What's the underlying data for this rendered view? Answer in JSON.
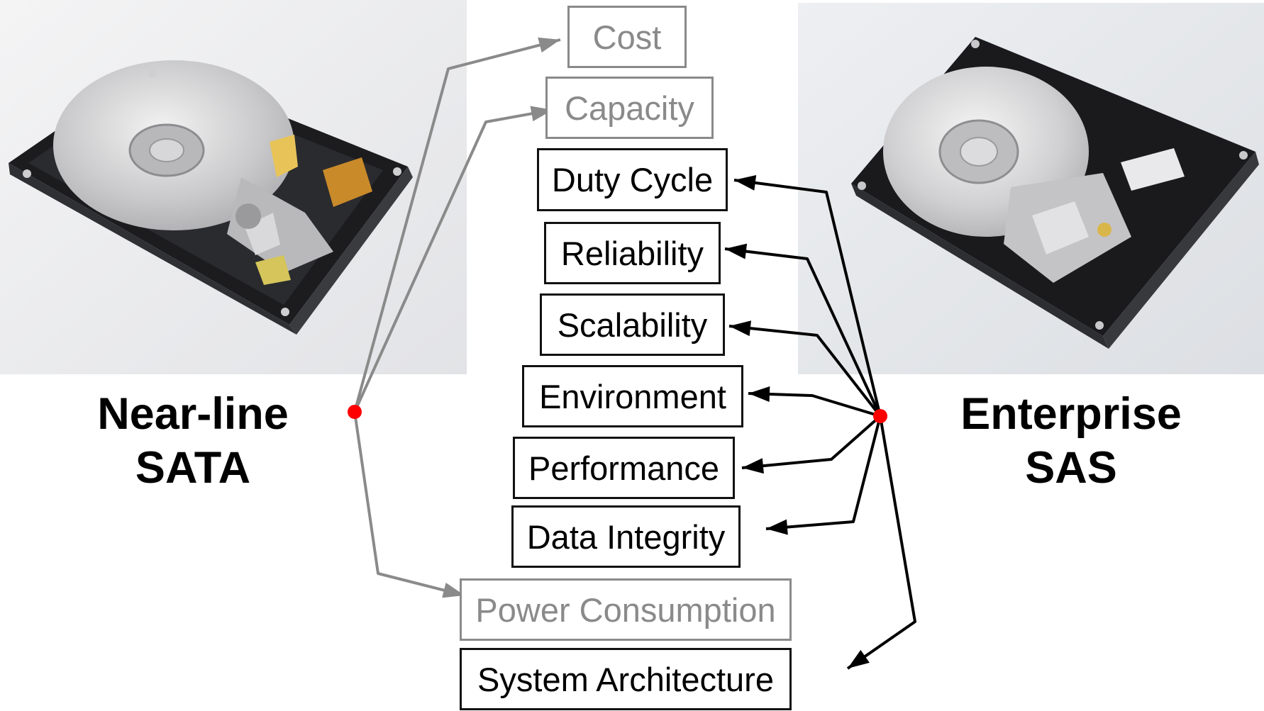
{
  "left_group": {
    "label_line1": "Near-line",
    "label_line2": "SATA",
    "photo": "hard-disk-drive-open-photo"
  },
  "right_group": {
    "label_line1": "Enterprise",
    "label_line2": "SAS",
    "photo": "hard-disk-drive-open-photo"
  },
  "factors": [
    {
      "label": "Cost",
      "emphasis": "muted"
    },
    {
      "label": "Capacity",
      "emphasis": "muted"
    },
    {
      "label": "Duty Cycle",
      "emphasis": "strong"
    },
    {
      "label": "Reliability",
      "emphasis": "strong"
    },
    {
      "label": "Scalability",
      "emphasis": "strong"
    },
    {
      "label": "Environment",
      "emphasis": "strong"
    },
    {
      "label": "Performance",
      "emphasis": "strong"
    },
    {
      "label": "Data Integrity",
      "emphasis": "strong"
    },
    {
      "label": "Power Consumption",
      "emphasis": "muted"
    },
    {
      "label": "System Architecture",
      "emphasis": "strong"
    }
  ],
  "connections": {
    "sata_to": [
      "Cost",
      "Capacity",
      "Power Consumption"
    ],
    "sas_to": [
      "Duty Cycle",
      "Reliability",
      "Scalability",
      "Environment",
      "Performance",
      "Data Integrity",
      "System Architecture"
    ]
  },
  "colors": {
    "sata_arrow": "#8a8a8a",
    "sas_arrow": "#000000",
    "junction_dot": "#ff0000",
    "muted_text": "#8a8a8a"
  }
}
